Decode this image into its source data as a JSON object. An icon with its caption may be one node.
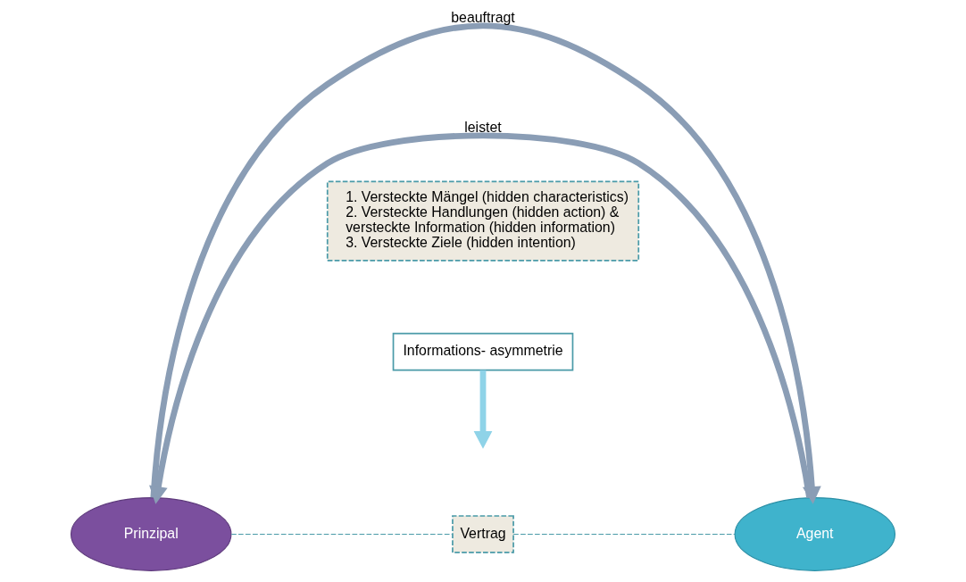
{
  "diagram": {
    "nodes": [
      {
        "text": [
          "Informations- asymmetrie"
        ]
      },
      {
        "text": [
          "1. Versteckte Mängel (hidden characteristics)",
          "2. Versteckte Handlungen (hidden action) & versteckte Information (hidden information)",
          "3. Versteckte Ziele (hidden intention)"
        ]
      },
      {
        "text": [
          "Prinzipal"
        ]
      },
      {
        "text": [
          "Vertrag"
        ]
      },
      {
        "text": [
          "Agent"
        ]
      }
    ],
    "edges": [
      {
        "from": 0,
        "to": null,
        "arrow": "to",
        "color": "#8fd3e8"
      },
      {
        "from": 2,
        "to": 4,
        "arrow": "to",
        "label": "beauftragt"
      },
      {
        "from": 4,
        "to": 2,
        "arrow": "to",
        "label": "leistet"
      },
      {
        "from": 2,
        "to": 3,
        "arrow": "none",
        "style": "dashed",
        "color": "#4a9aa8"
      },
      {
        "from": 3,
        "to": 4,
        "arrow": "none",
        "style": "dashed",
        "color": "#4a9aa8"
      }
    ]
  }
}
